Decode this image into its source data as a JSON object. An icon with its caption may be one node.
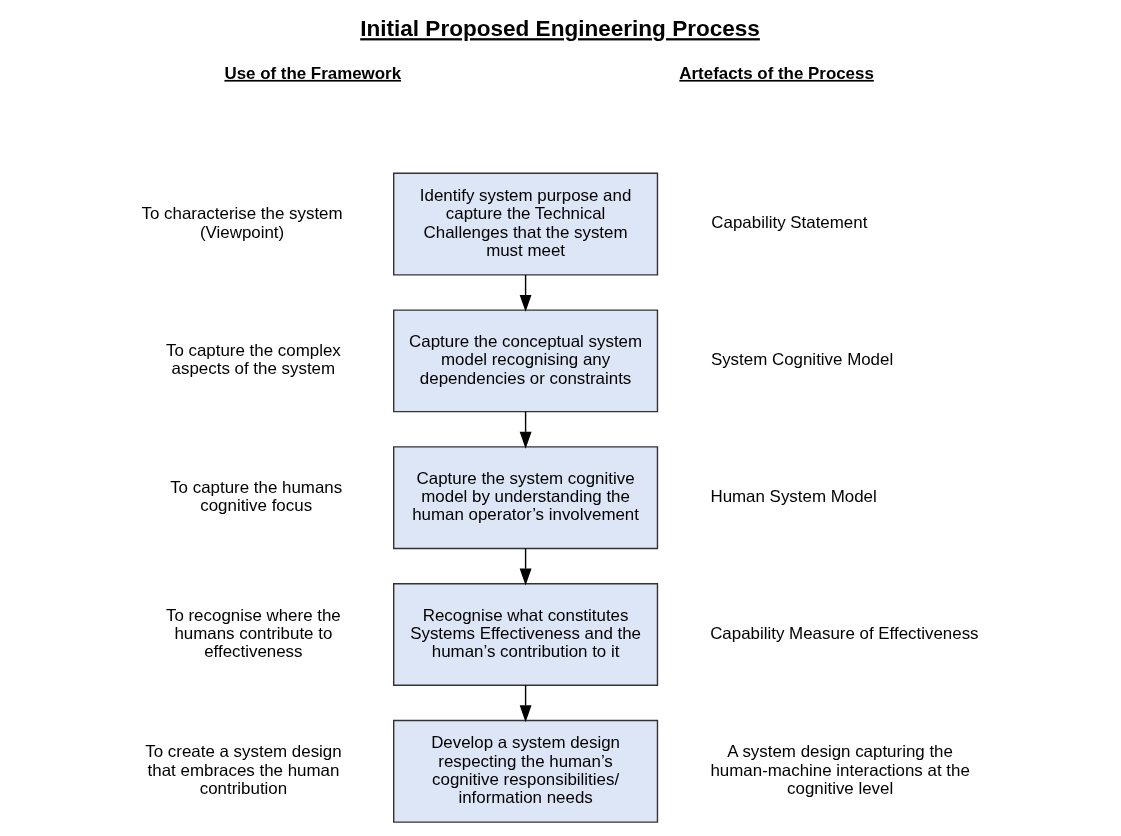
{
  "diagram": {
    "title": "Initial Proposed Engineering Process",
    "nodes": [
      {
        "text": [
          "Identify system purpose and capture the Technical Challenges that the system must meet"
        ]
      },
      {
        "text": [
          "Capture the conceptual system model recognising any dependencies or constraints"
        ]
      },
      {
        "text": [
          "Capture the system cognitive model by understanding the human operator’s involvement"
        ]
      },
      {
        "text": [
          "Recognise what constitutes Systems Effectiveness and the human’s contribution to it"
        ]
      },
      {
        "text": [
          "Develop a system design respecting the human’s cognitive responsibilities/ information needs"
        ]
      }
    ],
    "edges": [
      {
        "from": 0,
        "to": 1,
        "arrow": "to"
      },
      {
        "from": 1,
        "to": 2,
        "arrow": "to"
      },
      {
        "from": 2,
        "to": 3,
        "arrow": "to"
      },
      {
        "from": 3,
        "to": 4,
        "arrow": "to"
      }
    ],
    "labels": [
      "Use of the Framework",
      "Artefacts of the Process",
      "To characterise the system (Viewpoint)",
      "Capability Statement",
      "To capture the complex aspects of the system",
      "System Cognitive Model",
      "To capture the humans cognitive focus",
      "Human System Model",
      "To recognise where the humans contribute to effectiveness",
      "Capability Measure of Effectiveness",
      "To create a system design that embraces the human contribution",
      "A system design capturing the human-machine interactions at the cognitive level"
    ]
  }
}
